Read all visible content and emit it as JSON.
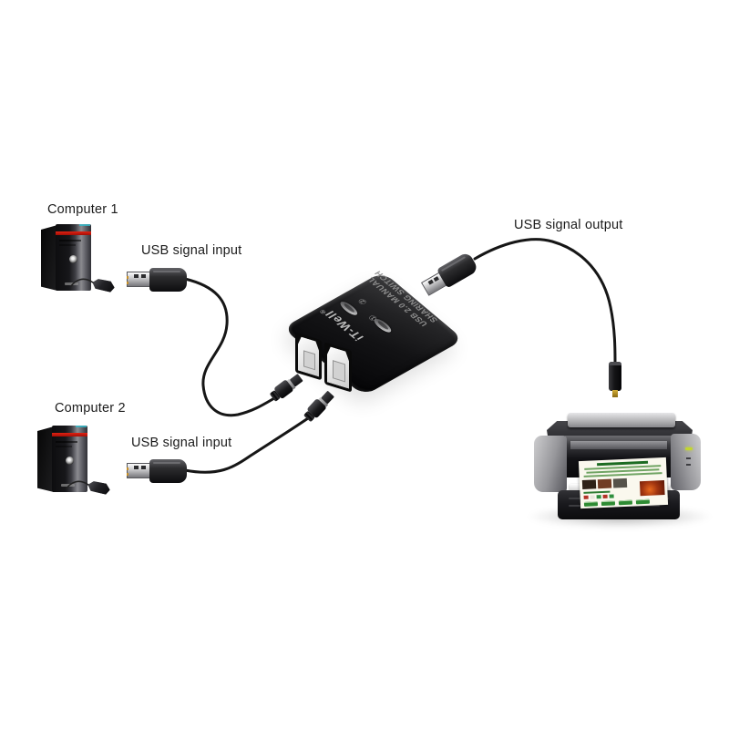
{
  "labels": {
    "computer1": "Computer 1",
    "computer2": "Computer 2",
    "usb_input_1": "USB signal input",
    "usb_input_2": "USB signal input",
    "usb_output": "USB signal output"
  },
  "device": {
    "model_line1": "USB 2.0 MANUAL",
    "model_line2": "SHARING SWITCH",
    "brand": "iT-Well",
    "trademark": "®",
    "button1": "①",
    "button2": "②"
  },
  "colors": {
    "bg": "#ffffff",
    "label": "#1b1b1b",
    "cable": "#161616",
    "red": "#e02313",
    "green": "#c3d62e"
  }
}
